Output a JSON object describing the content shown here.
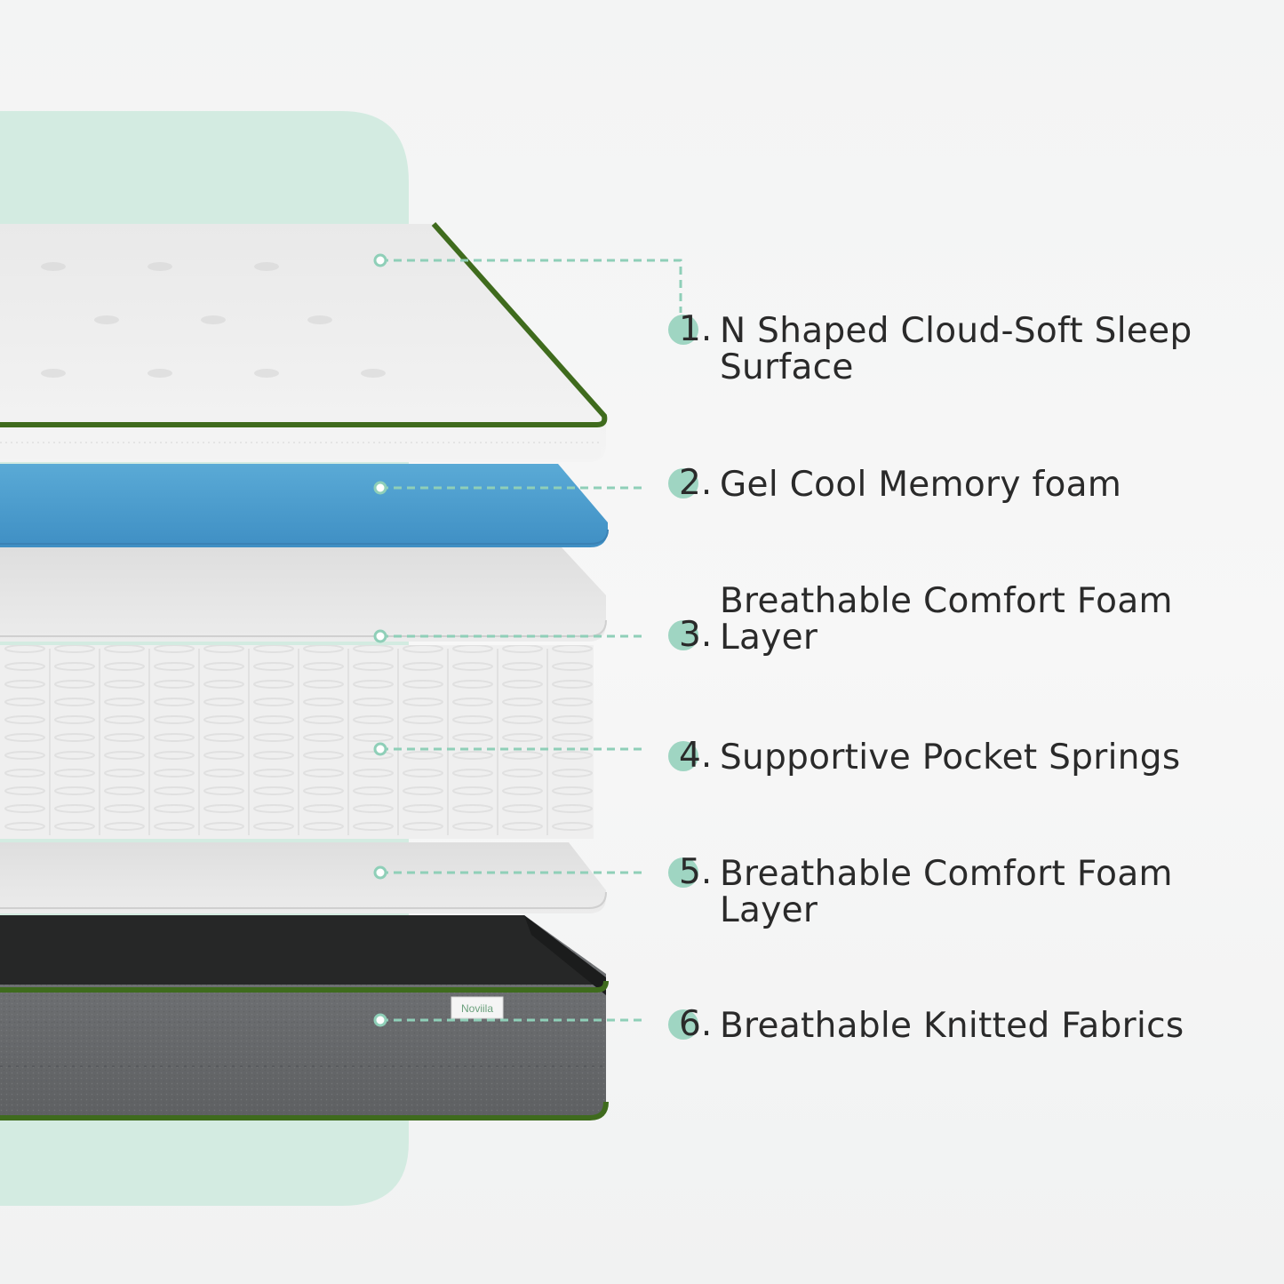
{
  "brand": {
    "logo_text": "Noviila"
  },
  "colors": {
    "mint_panel": "#d3ebe1",
    "accent_teal": "#8fcfb8",
    "trim_green": "#3f6b1d",
    "gel_blue": "#4f9fcf",
    "knit_grey": "#6b6d6e",
    "text": "#2a2a2a"
  },
  "layers": [
    {
      "number": "1.",
      "lines": [
        "N Shaped Cloud-Soft Sleep",
        "Surface"
      ]
    },
    {
      "number": "2.",
      "lines": [
        "Gel Cool Memory foam"
      ]
    },
    {
      "number": "3.",
      "lines": [
        "Breathable Comfort Foam",
        "Layer"
      ]
    },
    {
      "number": "4.",
      "lines": [
        "Supportive Pocket Springs"
      ]
    },
    {
      "number": "5.",
      "lines": [
        "Breathable Comfort Foam",
        "Layer"
      ]
    },
    {
      "number": "6.",
      "lines": [
        "Breathable Knitted Fabrics"
      ]
    }
  ]
}
